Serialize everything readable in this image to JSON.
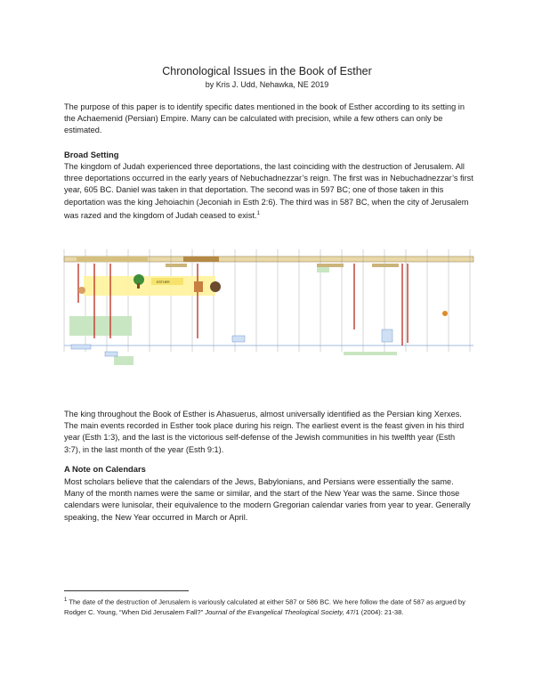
{
  "title": "Chronological Issues in the Book of Esther",
  "author": "by Kris J. Udd, Nehawka, NE  2019",
  "intro": "The purpose of this paper is to identify specific dates mentioned in the book of Esther according to its setting in the Achaemenid (Persian) Empire. Many can be calculated with precision, while a few others can only be estimated.",
  "broad_setting": {
    "heading": "Broad Setting",
    "text": "The kingdom of Judah experienced three deportations, the last coinciding with the destruction of Jerusalem. All three deportations occurred in the early years of Nebuchadnezzar’s reign. The first was in Nebuchadnezzar’s first year, 605 BC. Daniel was taken in that deportation. The second was in 597 BC; one of those taken in this deportation was the king Jehoiachin (Jeconiah in Esth 2:6). The third was in 587 BC, when the city of Jerusalem was razed and the kingdom of Judah ceased to exist.",
    "footnote_mark": "1"
  },
  "timeline": {
    "label_esther": "ESTHER"
  },
  "xerxes_text": "The king throughout the Book of Esther is Ahasuerus, almost universally identified as the Persian king Xerxes. The main events recorded in Esther took place during his reign. The earliest event is the feast given in his third year (Esth 1:3), and the last is the victorious self-defense of the Jewish communities in his twelfth year (Esth 3:7), in the last month of the year (Esth 9:1).",
  "calendars": {
    "heading": "A Note on Calendars",
    "text": "Most scholars believe that the calendars of the Jews, Babylonians, and Persians were essentially the same. Many of the month names were the same or similar, and the start of the New Year was the same. Since those calendars were lunisolar, their equivalence to the modern Gregorian calendar varies from year to year. Generally speaking, the New Year occurred in March or April."
  },
  "footnote": {
    "mark": "1",
    "text": " The date of the destruction of Jerusalem is variously calculated at either 587 or 586 BC. We here follow the date of 587 as argued by Rodger C. Young, “When Did Jerusalem Fall?” ",
    "journal": "Journal of the Evangelical Theological Society,",
    "tail": " 47/1 (2004): 21-38."
  }
}
